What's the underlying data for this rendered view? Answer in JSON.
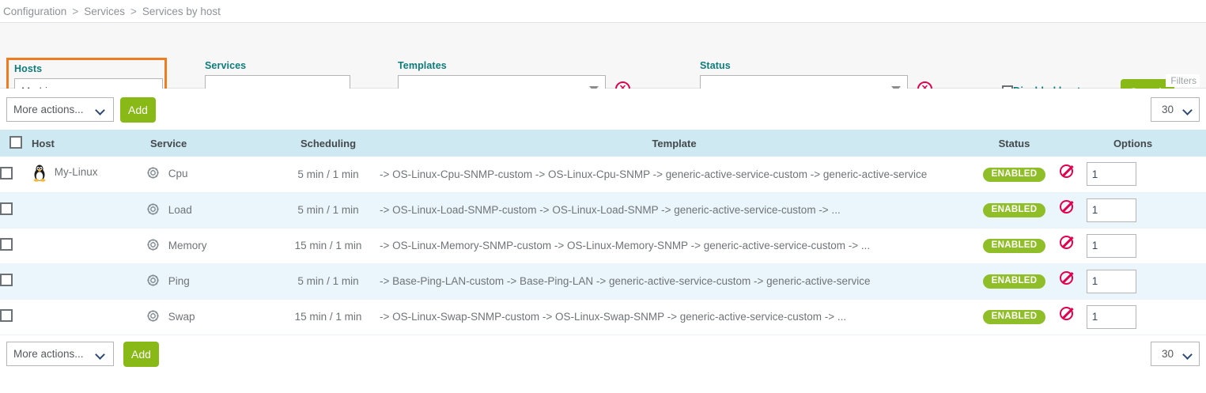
{
  "breadcrumb": {
    "items": [
      "Configuration",
      "Services",
      "Services by host"
    ],
    "separator": ">"
  },
  "filters": {
    "hosts": {
      "label": "Hosts",
      "value": "My-Linux",
      "placeholder": ""
    },
    "services": {
      "label": "Services",
      "value": "",
      "placeholder": ""
    },
    "templates": {
      "label": "Templates",
      "value": "",
      "clear_icon": "clear-circle-icon"
    },
    "status": {
      "label": "Status",
      "value": "",
      "clear_icon": "clear-circle-icon"
    },
    "disabled_hosts": {
      "label": "Disabled hosts",
      "checked": false
    },
    "search_button": "Search",
    "filters_tag": "Filters",
    "highlight_color": "#f07c21",
    "label_color": "#0e7c7b",
    "green": "#88b917"
  },
  "toolbar": {
    "more_actions": "More actions...",
    "add_label": "Add",
    "page_size": "30"
  },
  "table": {
    "columns": [
      "Host",
      "Service",
      "Scheduling",
      "Template",
      "Status",
      "Options"
    ],
    "header_bg": "#cfe9f3",
    "rows": [
      {
        "host": "My-Linux",
        "host_icon": "tux-linux-icon",
        "service": "Cpu",
        "service_icon": "gear-icon",
        "scheduling": "5 min / 1 min",
        "template": "-> OS-Linux-Cpu-SNMP-custom -> OS-Linux-Cpu-SNMP -> generic-active-service-custom -> generic-active-service",
        "status": "ENABLED",
        "option_icon": "disable-ban-icon",
        "option_value": "1"
      },
      {
        "host": "",
        "host_icon": "",
        "service": "Load",
        "service_icon": "gear-icon",
        "scheduling": "5 min / 1 min",
        "template": "-> OS-Linux-Load-SNMP-custom -> OS-Linux-Load-SNMP -> generic-active-service-custom -> ...",
        "status": "ENABLED",
        "option_icon": "disable-ban-icon",
        "option_value": "1"
      },
      {
        "host": "",
        "host_icon": "",
        "service": "Memory",
        "service_icon": "gear-icon",
        "scheduling": "15 min / 1 min",
        "template": "-> OS-Linux-Memory-SNMP-custom -> OS-Linux-Memory-SNMP -> generic-active-service-custom -> ...",
        "status": "ENABLED",
        "option_icon": "disable-ban-icon",
        "option_value": "1"
      },
      {
        "host": "",
        "host_icon": "",
        "service": "Ping",
        "service_icon": "gear-icon",
        "scheduling": "5 min / 1 min",
        "template": "-> Base-Ping-LAN-custom -> Base-Ping-LAN -> generic-active-service-custom -> generic-active-service",
        "status": "ENABLED",
        "option_icon": "disable-ban-icon",
        "option_value": "1"
      },
      {
        "host": "",
        "host_icon": "",
        "service": "Swap",
        "service_icon": "gear-icon",
        "scheduling": "15 min / 1 min",
        "template": "-> OS-Linux-Swap-SNMP-custom -> OS-Linux-Swap-SNMP -> generic-active-service-custom -> ...",
        "status": "ENABLED",
        "option_icon": "disable-ban-icon",
        "option_value": "1"
      }
    ]
  },
  "bottom_toolbar": {
    "more_actions": "More actions...",
    "add_label": "Add",
    "page_size": "30"
  }
}
